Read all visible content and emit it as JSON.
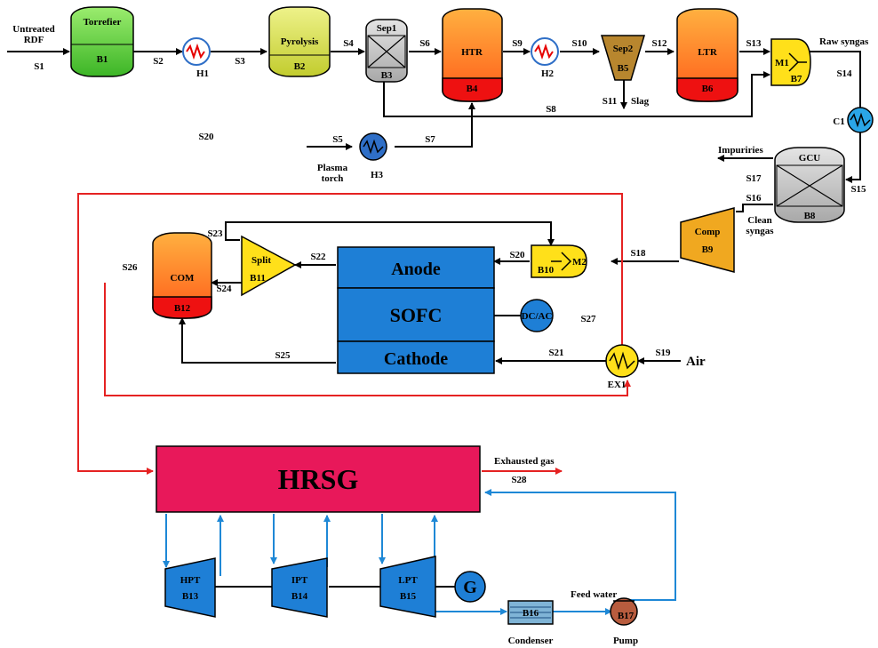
{
  "colors": {
    "torrefier": "#5fd13d",
    "pyrolysis": "#d6e04a",
    "separator": "#bdbdbd",
    "reactor_top": "#ff8a1c",
    "reactor_bottom": "#ee1111",
    "sep2": "#b8862e",
    "mixer": "#ffe01a",
    "heater_red": "#e60000",
    "heater_blue": "#2f6fc7",
    "cooler": "#2aa6e8",
    "compressor": "#f0a820",
    "sofc": "#1e7fd6",
    "hrsg": "#e8185a",
    "turbine": "#1e7fd6",
    "condenser": "#7fb4d6",
    "pump": "#b85c3e",
    "red_line": "#e52222",
    "blue_line": "#1e88d6"
  },
  "inputs": {
    "rdf_line1": "Untreated",
    "rdf_line2": "RDF",
    "air": "Air",
    "plasma_line1": "Plasma",
    "plasma_line2": "torch"
  },
  "blocks": {
    "torrefier": {
      "name": "Torrefier",
      "id": "B1"
    },
    "pyrolysis": {
      "name": "Pyrolysis",
      "id": "B2"
    },
    "sep1": {
      "name": "Sep1",
      "id": "B3"
    },
    "htr": {
      "name": "HTR",
      "id": "B4"
    },
    "sep2": {
      "name": "Sep2",
      "id": "B5"
    },
    "ltr": {
      "name": "LTR",
      "id": "B6"
    },
    "m1": {
      "name": "M1",
      "id": "B7"
    },
    "gcu": {
      "name": "GCU",
      "id": "B8"
    },
    "comp": {
      "name": "Comp",
      "id": "B9"
    },
    "m2": {
      "name": "M2",
      "id": "B10"
    },
    "split": {
      "name": "Split",
      "id": "B11"
    },
    "com": {
      "name": "COM",
      "id": "B12"
    },
    "hpt": {
      "name": "HPT",
      "id": "B13"
    },
    "ipt": {
      "name": "IPT",
      "id": "B14"
    },
    "lpt": {
      "name": "LPT",
      "id": "B15"
    },
    "condenser": {
      "id": "B16",
      "caption": "Condenser"
    },
    "pump": {
      "id": "B17",
      "caption": "Pump"
    },
    "h1": "H1",
    "h2": "H2",
    "h3": "H3",
    "c1": "C1",
    "ex1": "EX1"
  },
  "sofc": {
    "anode": "Anode",
    "sofc": "SOFC",
    "cathode": "Cathode",
    "dcac": "DC/AC"
  },
  "hrsg": "HRSG",
  "generator": "G",
  "outputs": {
    "raw_syngas": "Raw syngas",
    "slag": "Slag",
    "impurities": "Impuriries",
    "clean_line1": "Clean",
    "clean_line2": "syngas",
    "exhausted_gas": "Exhausted gas",
    "feed_water": "Feed water"
  },
  "streams": {
    "s1": "S1",
    "s2": "S2",
    "s3": "S3",
    "s4": "S4",
    "s5": "S5",
    "s6": "S6",
    "s7": "S7",
    "s8": "S8",
    "s9": "S9",
    "s10": "S10",
    "s11": "S11",
    "s12": "S12",
    "s13": "S13",
    "s14": "S14",
    "s15": "S15",
    "s16": "S16",
    "s17": "S17",
    "s18": "S18",
    "s19": "S19",
    "s20a": "S20",
    "s20b": "S20",
    "s21": "S21",
    "s22": "S22",
    "s23": "S23",
    "s24": "S24",
    "s25": "S25",
    "s26": "S26",
    "s27": "S27",
    "s28": "S28"
  }
}
